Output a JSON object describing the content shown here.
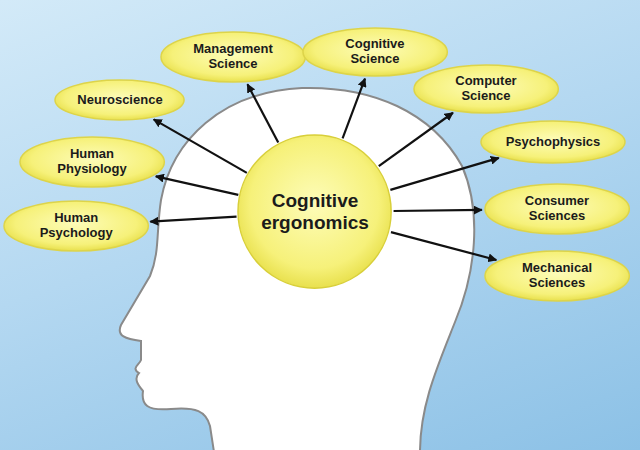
{
  "diagram": {
    "nodes": [
      {
        "text": [
          "Cognitive ergonomics"
        ]
      },
      {
        "text": [
          "Management Science"
        ]
      },
      {
        "text": [
          "Cognitive Science"
        ]
      },
      {
        "text": [
          "Neuroscience"
        ]
      },
      {
        "text": [
          "Computer Science"
        ]
      },
      {
        "text": [
          "Human Physiology"
        ]
      },
      {
        "text": [
          "Psychophysics"
        ]
      },
      {
        "text": [
          "Human Psychology"
        ]
      },
      {
        "text": [
          "Consumer Sciences"
        ]
      },
      {
        "text": [
          "Mechanical Sciences"
        ]
      }
    ],
    "edges": [
      {
        "from": 0,
        "to": 1,
        "arrow": "to"
      },
      {
        "from": 0,
        "to": 2,
        "arrow": "to"
      },
      {
        "from": 0,
        "to": 3,
        "arrow": "to"
      },
      {
        "from": 0,
        "to": 4,
        "arrow": "to"
      },
      {
        "from": 0,
        "to": 5,
        "arrow": "to"
      },
      {
        "from": 0,
        "to": 6,
        "arrow": "to"
      },
      {
        "from": 0,
        "to": 7,
        "arrow": "to"
      },
      {
        "from": 0,
        "to": 8,
        "arrow": "to"
      },
      {
        "from": 0,
        "to": 9,
        "arrow": "to"
      }
    ]
  }
}
